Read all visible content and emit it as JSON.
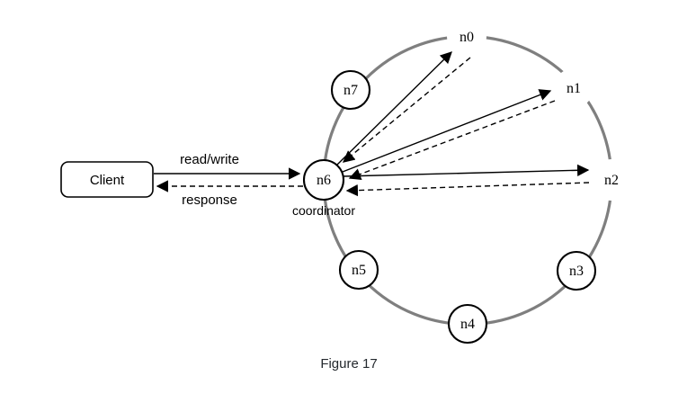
{
  "figure_caption": "Figure 17",
  "client": {
    "label": "Client"
  },
  "client_edges": {
    "request": "read/write",
    "response": "response"
  },
  "coordinator_label": "coordinator",
  "nodes": [
    {
      "id": "n0",
      "label": "n0",
      "highlighted": true
    },
    {
      "id": "n1",
      "label": "n1",
      "highlighted": true
    },
    {
      "id": "n2",
      "label": "n2",
      "highlighted": true
    },
    {
      "id": "n3",
      "label": "n3",
      "highlighted": false
    },
    {
      "id": "n4",
      "label": "n4",
      "highlighted": false
    },
    {
      "id": "n5",
      "label": "n5",
      "highlighted": false
    },
    {
      "id": "n6",
      "label": "n6",
      "highlighted": false,
      "role": "coordinator"
    },
    {
      "id": "n7",
      "label": "n7",
      "highlighted": false
    }
  ],
  "coordinator_edges": [
    {
      "from": "n6",
      "to": "n0",
      "type": "request"
    },
    {
      "from": "n0",
      "to": "n6",
      "type": "response"
    },
    {
      "from": "n6",
      "to": "n1",
      "type": "request"
    },
    {
      "from": "n1",
      "to": "n6",
      "type": "response"
    },
    {
      "from": "n6",
      "to": "n2",
      "type": "request"
    },
    {
      "from": "n2",
      "to": "n6",
      "type": "response"
    }
  ],
  "colors": {
    "highlight": "#3eb6dc",
    "ring": "#7f7f7f",
    "line": "#000000"
  }
}
